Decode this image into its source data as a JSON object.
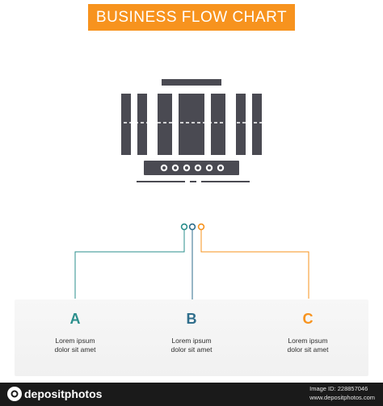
{
  "header": {
    "title": "BUSINESS FLOW CHART"
  },
  "icon": {
    "name": "turbine-icon"
  },
  "connectors": {
    "dot_colors": [
      "#2b8f8c",
      "#2f6e8c",
      "#f7931e"
    ]
  },
  "cards": [
    {
      "letter": "A",
      "line1": "Lorem ipsum",
      "line2": "dolor sit amet",
      "color": "#2b8f8c"
    },
    {
      "letter": "B",
      "line1": "Lorem ipsum",
      "line2": "dolor sit amet",
      "color": "#2f6e8c"
    },
    {
      "letter": "C",
      "line1": "Lorem ipsum",
      "line2": "dolor sit amet",
      "color": "#f7931e"
    }
  ],
  "footer": {
    "logo_text": "depositphotos",
    "image_id": "Image ID: 228857046",
    "site": "www.depositphotos.com"
  },
  "colors": {
    "accent": "#f7931e",
    "icon_fill": "#4a4a52",
    "footer_bg": "#1a1a1a"
  }
}
